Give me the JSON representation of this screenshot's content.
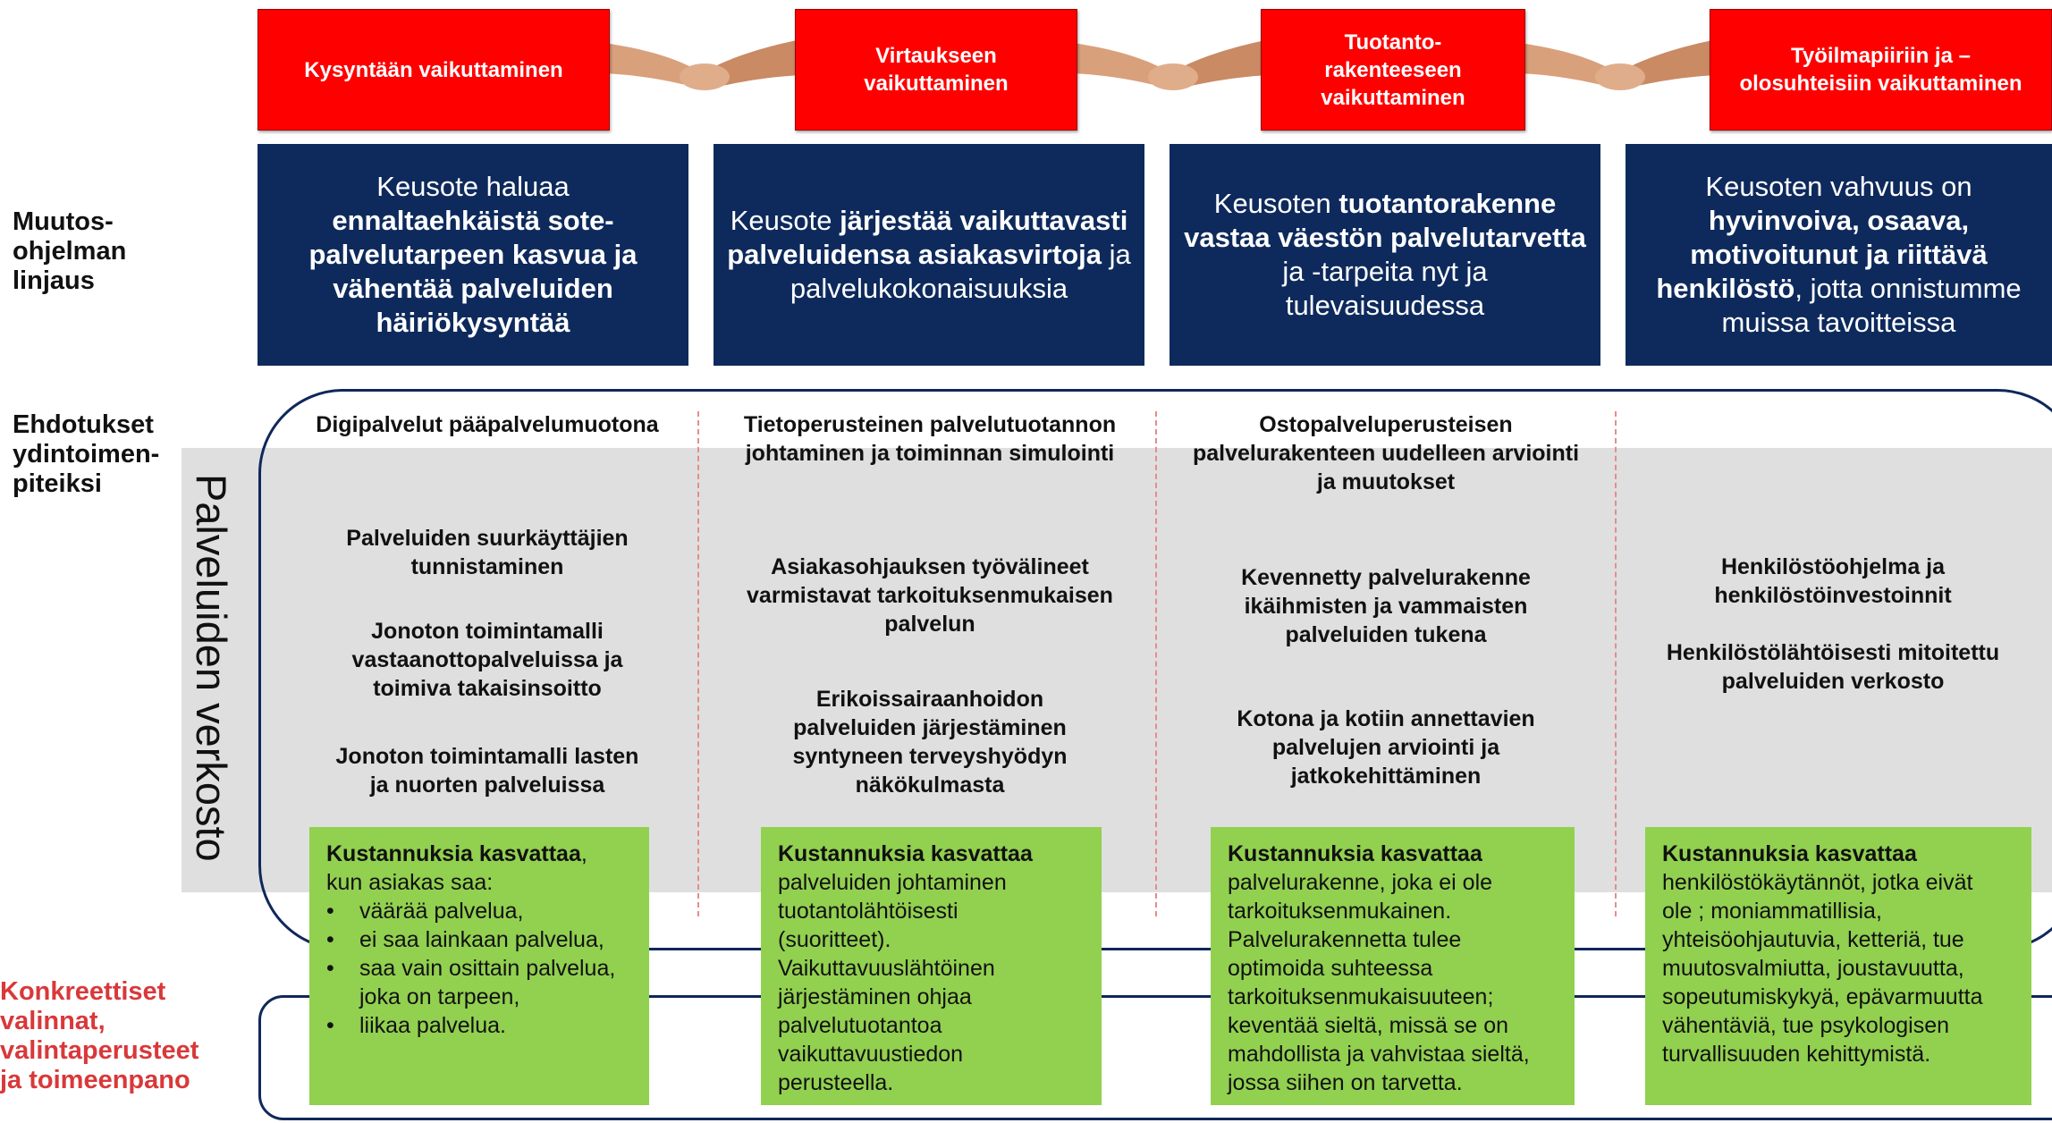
{
  "row_labels": {
    "linjaus": "Muutos-\nohjelman\nlinjaus",
    "ehdotukset": "Ehdotukset\nydintoimen-\npiteiksi",
    "konkreettiset": "Konkreettiset\nvalinnat,\nvalintaperusteet\nja toimeenpano"
  },
  "vertical_label": "Palveluiden verkosto",
  "red_headers": [
    "Kysyntään vaikuttaminen",
    "Virtaukseen\nvaikuttaminen",
    "Tuotanto-\nrakenteeseen\nvaikuttaminen",
    "Työilmapiiriin ja –\nolosuhteisiin vaikuttaminen"
  ],
  "blue_boxes": [
    {
      "before": "Keusote haluaa ",
      "bold": "ennaltaehkäistä sote-palvelutarpeen kasvua ja vähentää palveluiden häiriökysyntää",
      "after": ""
    },
    {
      "before": "Keusote ",
      "bold": "järjestää vaikuttavasti palveluidensa asiakasvirtoja",
      "after": " ja palvelukokonaisuuksia"
    },
    {
      "before": "Keusoten ",
      "bold": "tuotantorakenne vastaa väestön palvelutarvetta",
      "after": " ja -tarpeita nyt ja tulevaisuudessa"
    },
    {
      "before": "Keusoten vahvuus on ",
      "bold": "hyvinvoiva, osaava, motivoitunut ja riittävä henkilöstö",
      "after": ", jotta onnistumme muissa tavoitteissa"
    }
  ],
  "columns": [
    {
      "heading": "Digipalvelut pääpalvelumuotona",
      "items": [
        "Palveluiden suurkäyttäjien\ntunnistaminen",
        "Jonoton toimintamalli\nvastaanottopalveluissa ja\ntoimiva takaisinsoitto",
        "Jonoton toimintamalli lasten\nja nuorten palveluissa"
      ]
    },
    {
      "heading": "Tietoperusteinen palvelutuotannon\njohtaminen ja toiminnan simulointi",
      "items": [
        "Asiakasohjauksen työvälineet\nvarmistavat tarkoituksenmukaisen\npalvelun",
        "Erikoissairaanhoidon\npalveluiden järjestäminen\nsyntyneen terveyshyödyn\nnäkökulmasta"
      ]
    },
    {
      "heading": "Ostopalveluperusteisen\npalvelurakenteen uudelleen arviointi\nja muutokset",
      "items": [
        "Kevennetty palvelurakenne\nikäihmisten ja vammaisten\npalveluiden tukena",
        "Kotona ja kotiin annettavien\npalvelujen arviointi ja\njatkokehittäminen"
      ]
    },
    {
      "heading": "",
      "items": [
        "Henkilöstöohjelma ja\nhenkilöstöinvestoinnit",
        "Henkilöstölähtöisesti mitoitettu\npalveluiden verkosto"
      ]
    }
  ],
  "green_boxes": [
    {
      "title": "Kustannuksia kasvattaa",
      "after_title": ",",
      "text": "kun asiakas saa:",
      "bullets": [
        "väärää palvelua,",
        "ei saa lainkaan palvelua,",
        "saa vain osittain palvelua,\njoka on tarpeen,",
        "liikaa palvelua."
      ]
    },
    {
      "title": "Kustannuksia kasvattaa",
      "after_title": "",
      "text": "palveluiden johtaminen\ntuotantolähtöisesti\n(suoritteet).\nVaikuttavuuslähtöinen\njärjestäminen ohjaa\npalvelutuotantoa\nvaikuttavuustiedon\nperusteella.",
      "bullets": []
    },
    {
      "title": "Kustannuksia kasvattaa",
      "after_title": "",
      "text": "palvelurakenne, joka ei ole\ntarkoituksenmukainen.\nPalvelurakennetta tulee\noptimoida suhteessa\ntarkoituksenmukaisuuteen;\nkeventää sieltä, missä se on\nmahdollista ja vahvistaa sieltä,\njossa siihen on tarvetta.",
      "bullets": []
    },
    {
      "title": "Kustannuksia kasvattaa",
      "after_title": "",
      "text": "henkilöstökäytännöt, jotka eivät\nole ; moniammatillisia,\nyhteisöohjautuvia, ketteriä, tue\nmuutosvalmiutta, joustavuutta,\nsopeutumiskykyä, epävarmuutta\nvähentäviä, tue psykologisen\nturvallisuuden kehittymistä.",
      "bullets": []
    }
  ],
  "colors": {
    "red_header": "#ff0000",
    "blue_box": "#0e2a5c",
    "green_box": "#92d050",
    "chevron": "#dfdfdf",
    "frame": "#10285a",
    "divider": "#e88b8b",
    "red_label": "#d9383a"
  },
  "icons": [
    "handshake-icon"
  ]
}
